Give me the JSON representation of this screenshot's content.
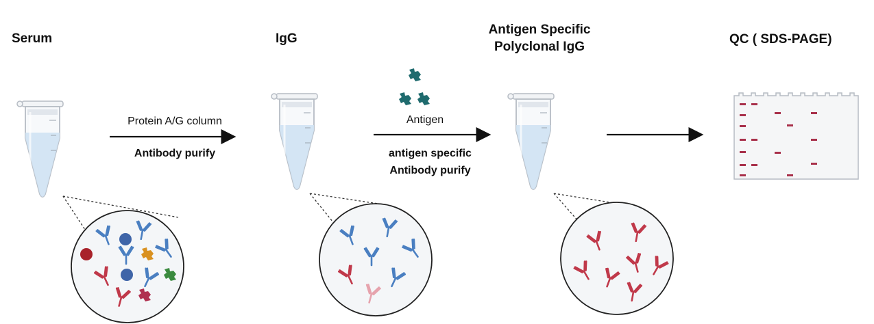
{
  "stages": {
    "serum": "Serum",
    "igg": "IgG",
    "specific_line1": "Antigen Specific",
    "specific_line2": "Polyclonal IgG",
    "qc": "QC ( SDS-PAGE)"
  },
  "steps": {
    "step1_top": "Protein A/G column",
    "step1_bottom": "Antibody purify",
    "step2_top": "Antigen",
    "step2_bottom_line1": "antigen specific",
    "step2_bottom_line2": "Antibody purify"
  },
  "colors": {
    "antibody_blue": "#4a7fc1",
    "antibody_red": "#c0394a",
    "antigen_teal": "#1f6b6e",
    "gel_band": "#a8304a",
    "tube_liquid": "#cfe2f3"
  }
}
